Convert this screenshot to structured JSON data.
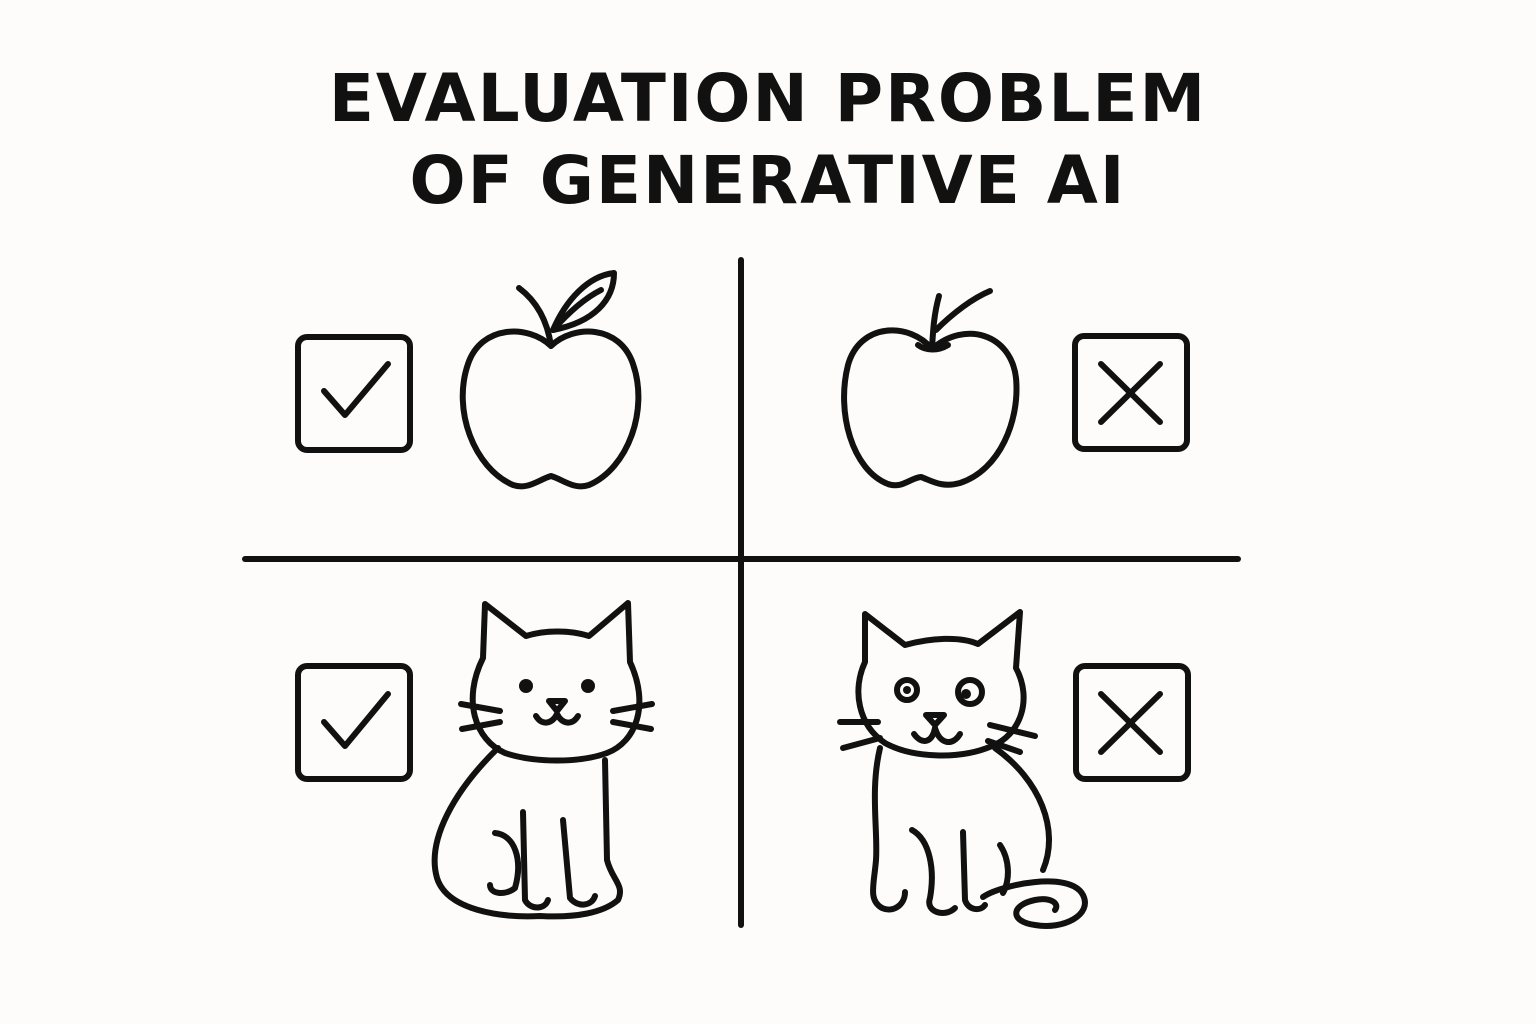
{
  "title": {
    "line1": "EVALUATION PROBLEM",
    "line2": "OF GENERATIVE AI"
  },
  "colors": {
    "ink": "#111111",
    "background": "#fdfcfa"
  },
  "quadrants": [
    {
      "id": "top-left",
      "subject": "apple-icon",
      "mark": "checkmark-icon"
    },
    {
      "id": "top-right",
      "subject": "apple-icon",
      "mark": "cross-icon"
    },
    {
      "id": "bottom-left",
      "subject": "cat-icon",
      "mark": "checkmark-icon"
    },
    {
      "id": "bottom-right",
      "subject": "cat-icon",
      "mark": "cross-icon"
    }
  ]
}
